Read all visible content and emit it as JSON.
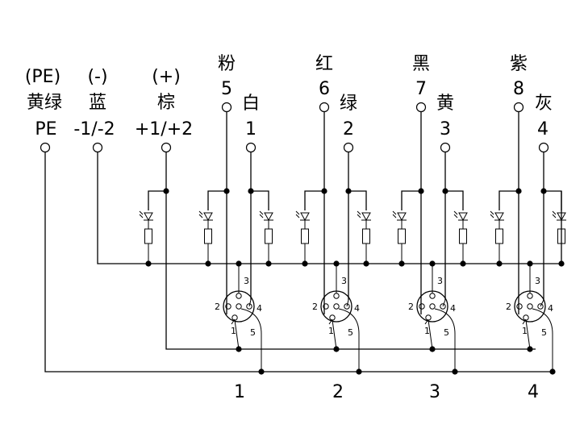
{
  "left_terminals": [
    {
      "paren": "(PE)",
      "color": "黄绿",
      "label": "PE"
    },
    {
      "paren": "(-)",
      "color": "蓝",
      "label": "-1/-2"
    },
    {
      "paren": "(+)",
      "color": "棕",
      "label": "+1/+2"
    }
  ],
  "channels": [
    {
      "pin5_color": "粉",
      "pin5": "5",
      "pin2_color": "白",
      "pin2": "1",
      "output": "1"
    },
    {
      "pin5_color": "红",
      "pin5": "6",
      "pin2_color": "绿",
      "pin2": "2",
      "output": "2"
    },
    {
      "pin5_color": "黑",
      "pin5": "7",
      "pin2_color": "黄",
      "pin2": "3",
      "output": "3"
    },
    {
      "pin5_color": "紫",
      "pin5": "8",
      "pin2_color": "灰",
      "pin2": "4",
      "output": "4"
    }
  ],
  "connector_pins": [
    "1",
    "2",
    "3",
    "4",
    "5"
  ]
}
